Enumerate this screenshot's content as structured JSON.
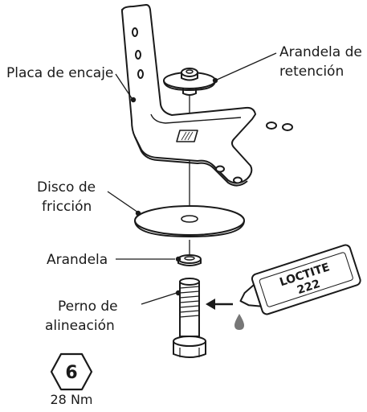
{
  "labels": {
    "placa_line1": "Placa de encaje",
    "arandela_ret_line1": "Arandela de",
    "arandela_ret_line2": "retención",
    "disco_line1": "Disco de",
    "disco_line2": "fricción",
    "arandela": "Arandela",
    "perno_line1": "Perno de",
    "perno_line2": "alineación"
  },
  "loctite": {
    "brand": "LOCTITE",
    "number": "222"
  },
  "torque": {
    "tool_size": "6",
    "value": "28 Nm"
  }
}
